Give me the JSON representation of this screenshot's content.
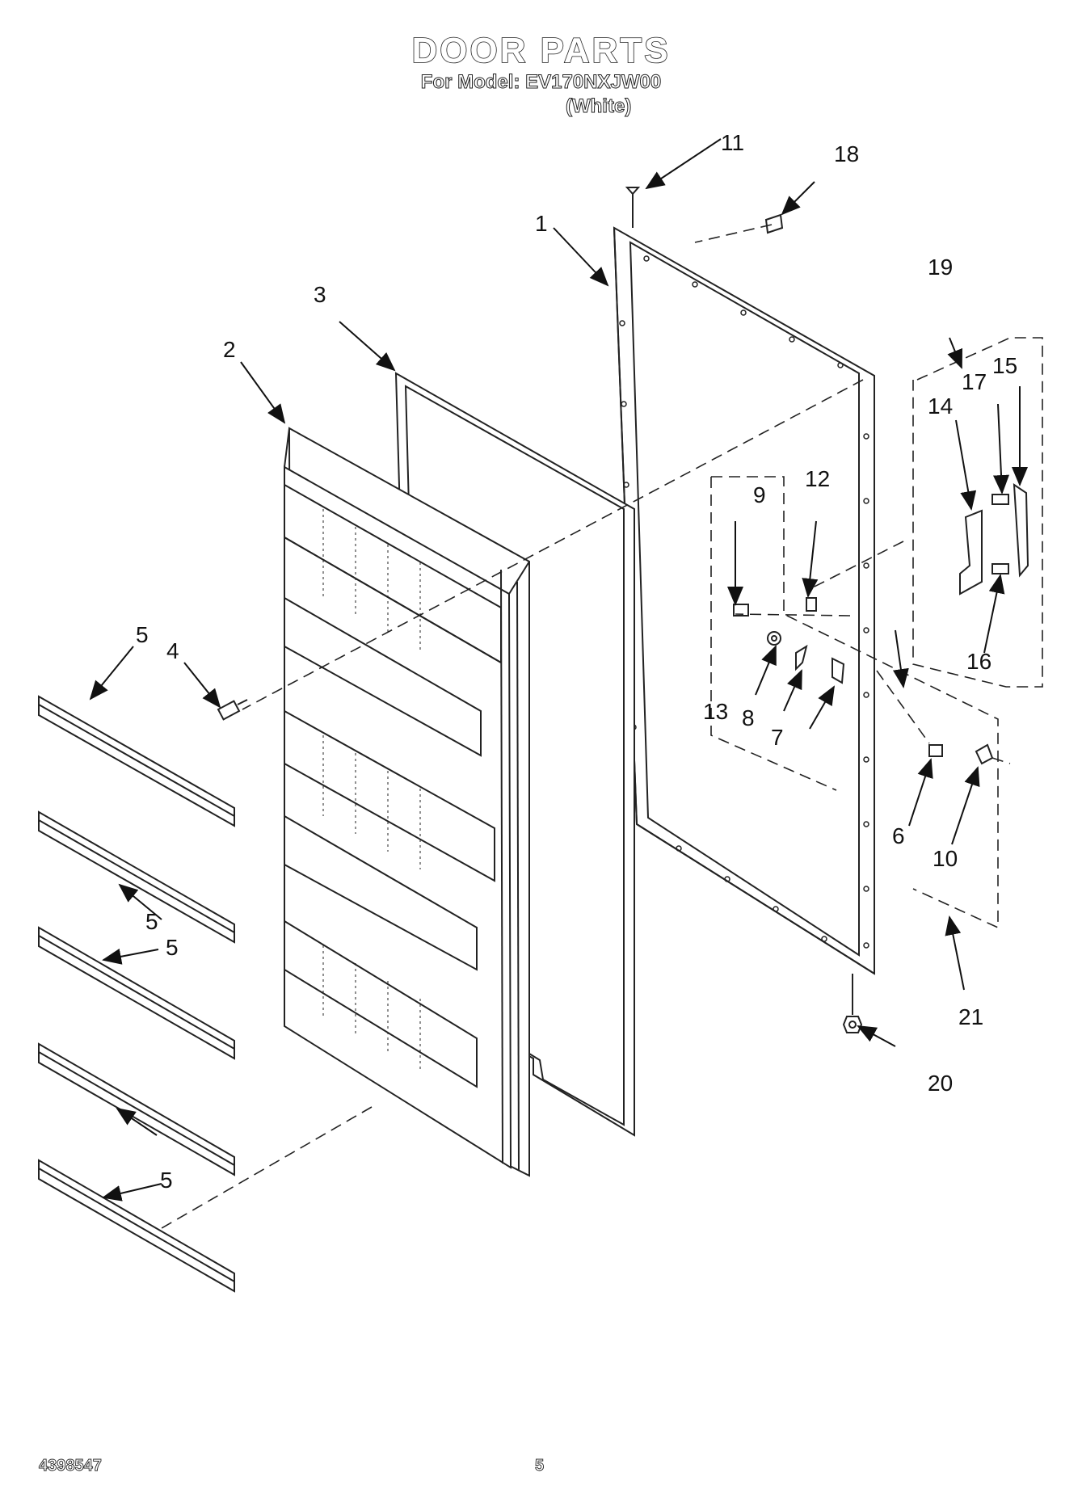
{
  "header": {
    "title": "DOOR PARTS",
    "model_line": "For Model: EV170NXJW00",
    "variant": "(White)"
  },
  "footer": {
    "doc_number": "4398547",
    "page_number": "5"
  },
  "callouts": {
    "c1": "1",
    "c2": "2",
    "c3": "3",
    "c4": "4",
    "c5a": "5",
    "c5b": "5",
    "c5c": "5",
    "c5d": "5",
    "c6": "6",
    "c7": "7",
    "c8": "8",
    "c9": "9",
    "c10": "10",
    "c11": "11",
    "c12": "12",
    "c13": "13",
    "c14": "14",
    "c15": "15",
    "c16": "16",
    "c17": "17",
    "c18": "18",
    "c19": "19",
    "c20": "20",
    "c21": "21"
  }
}
